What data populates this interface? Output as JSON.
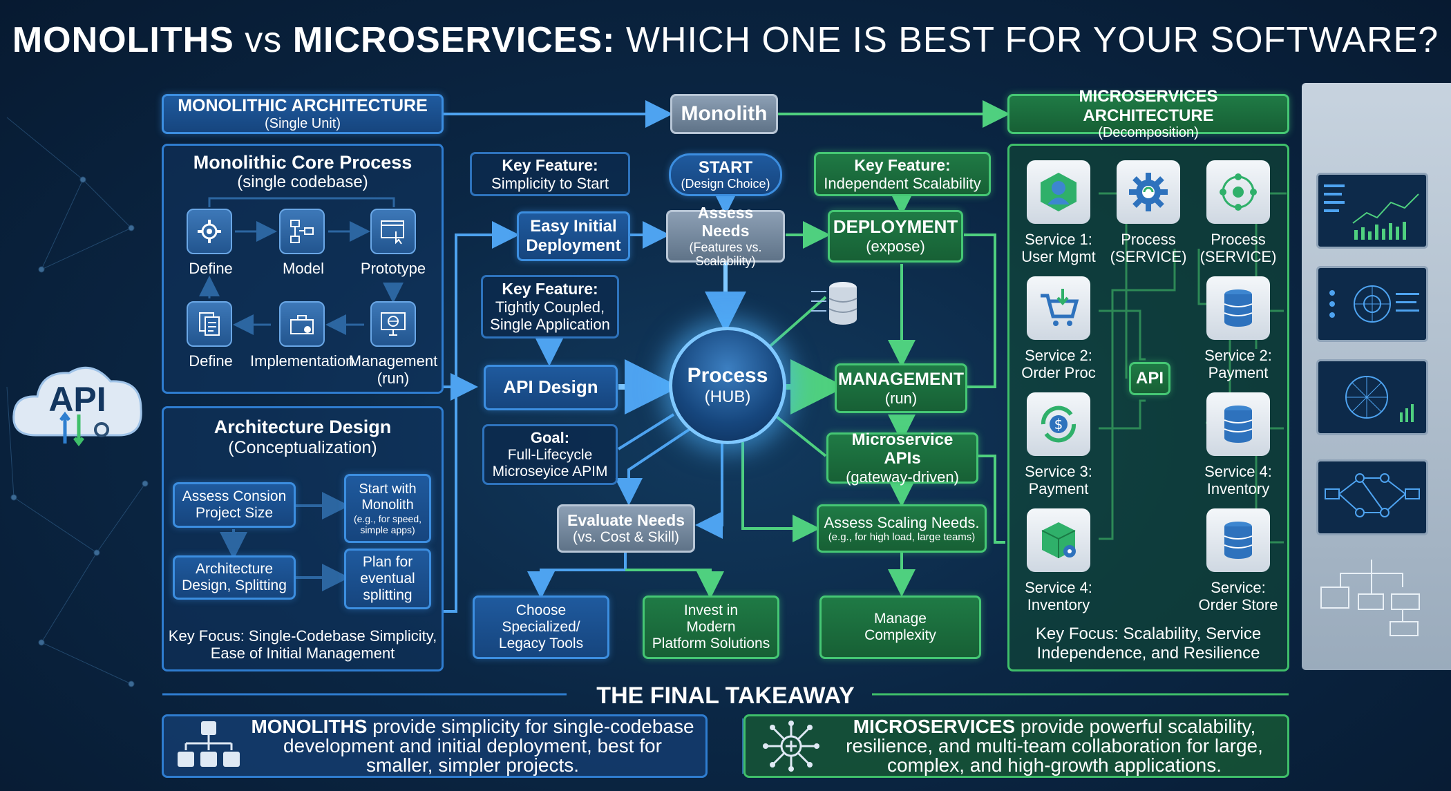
{
  "title": {
    "part1": "MONOLITHS",
    "part2": "vs",
    "part3": "MICROSERVICES:",
    "part4": "WHICH ONE IS BEST FOR YOUR SOFTWARE?"
  },
  "colors": {
    "blue_accent": "#3c8ee0",
    "green_accent": "#45c774",
    "background": "#0b2745",
    "hub_glow": "#7fc8ff"
  },
  "left_icon": {
    "label": "API"
  },
  "monolithic": {
    "header": {
      "title": "MONOLITHIC ARCHITECTURE",
      "sub": "(Single Unit)"
    },
    "core": {
      "title": "Monolithic Core Process",
      "sub": "(single codebase)",
      "steps": [
        {
          "label": "Define",
          "icon": "gear-icon"
        },
        {
          "label": "Model",
          "icon": "flowchart-icon"
        },
        {
          "label": "Prototype",
          "icon": "window-cursor-icon"
        },
        {
          "label": "Define",
          "icon": "documents-icon"
        },
        {
          "label": "Implementation",
          "icon": "toolbox-icon"
        },
        {
          "label": "Management\n(run)",
          "icon": "monitor-globe-icon"
        }
      ]
    },
    "design": {
      "title": "Architecture Design",
      "sub": "(Conceptualization)",
      "boxes": [
        "Assess Consion\nProject Size",
        "Start with\nMonolith",
        "Architecture\nDesign,  Splitting",
        "Plan for\neventual\nsplitting"
      ],
      "box2_note": "(e.g., for speed,\nsimple apps)",
      "focus": "Key Focus: Single-Codebase Simplicity,\nEase of Initial Management"
    }
  },
  "center": {
    "monolith": "Monolith",
    "start": {
      "title": "START",
      "sub": "(Design Choice)"
    },
    "kf_simplicity": {
      "title": "Key Feature:",
      "sub": "Simplicity to Start"
    },
    "kf_scalability": {
      "title": "Key Feature:",
      "sub": "Independent Scalability"
    },
    "easy_deploy": "Easy Initial\nDeployment",
    "assess_needs": {
      "title": "Assess Needs",
      "sub": "(Features vs.\nScalability)"
    },
    "deployment": {
      "title": "DEPLOYMENT",
      "sub": "(expose)"
    },
    "kf_coupled": {
      "title": "Key Feature:",
      "sub": "Tightly Coupled,\nSingle Application"
    },
    "api_design": "API Design",
    "hub": {
      "title": "Process",
      "sub": "(HUB)"
    },
    "management": {
      "title": "MANAGEMENT",
      "sub": "(run)"
    },
    "goal": {
      "title": "Goal:",
      "sub": "Full-Lifecycle\nMicroseyice APIM"
    },
    "microservice_apis": {
      "title": "Microservice APIs",
      "sub": "(gateway-driven)"
    },
    "evaluate": {
      "title": "Evaluate Needs",
      "sub": "(vs. Cost & Skill)"
    },
    "assess_scaling": {
      "title": "Assess Scaling Needs.",
      "sub": "(e.g., for high load, large teams)"
    },
    "choose": "Choose\nSpecialized/\nLegacy Tools",
    "invest": "Invest in\nModern\nPlatform Solutions",
    "manage": "Manage\nComplexity"
  },
  "microservices": {
    "header": {
      "title": "MICROSERVICES ARCHITECTURE",
      "sub": "(Decomposition)"
    },
    "api_label": "API",
    "services": [
      {
        "label": "Service 1:\nUser Mgmt",
        "icon": "user-hexagon-icon"
      },
      {
        "label": "Process\n(SERVICE)",
        "icon": "gear-sync-icon"
      },
      {
        "label": "Process\n(SERVICE)",
        "icon": "network-nodes-icon"
      },
      {
        "label": "Service 2:\nOrder Proc",
        "icon": "shopping-cart-icon"
      },
      {
        "label": "Service 2:\nPayment",
        "icon": "database-icon"
      },
      {
        "label": "Service 3:\nPayment",
        "icon": "dollar-cycle-icon"
      },
      {
        "label": "Service 4:\nInventory",
        "icon": "database-icon"
      },
      {
        "label": "Service 4:\nInventory",
        "icon": "package-gear-icon"
      },
      {
        "label": "Service:\nOrder Store",
        "icon": "database-icon"
      }
    ],
    "focus": "Key Focus: Scalability, Service\nIndependence, and Resilience"
  },
  "takeaway": {
    "title": "THE FINAL TAKEAWAY",
    "mono": {
      "bold": "MONOLITHS",
      "rest": " provide simplicity for single-codebase\ndevelopment and initial deployment, best for\nsmaller, simpler projects."
    },
    "micro": {
      "bold": "MICROSERVICES",
      "rest": " provide powerful scalability,\nresilience, and multi-team collaboration for large,\ncomplex, and high-growth applications."
    }
  }
}
